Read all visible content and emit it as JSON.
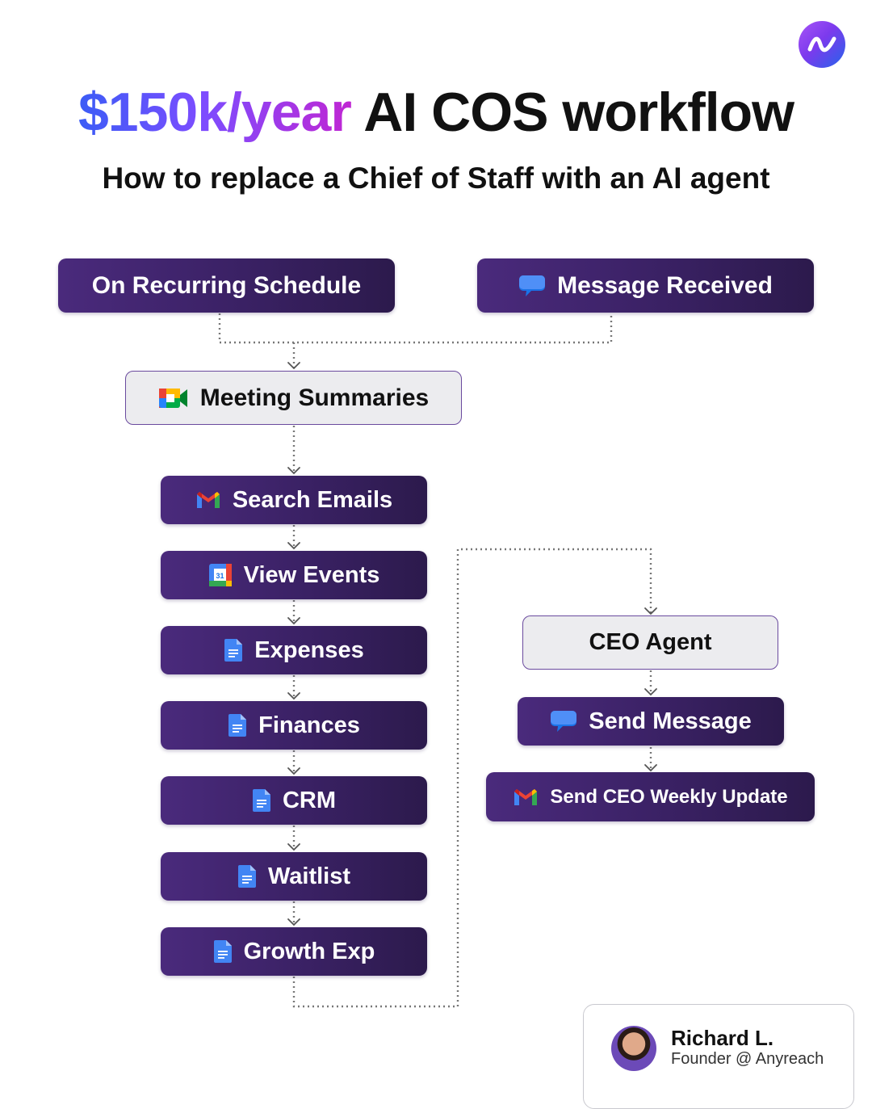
{
  "title": {
    "accent": "$150k/year",
    "rest": "AI COS workflow"
  },
  "subtitle": "How to replace a Chief of Staff with an AI agent",
  "nodes": {
    "recurring": "On Recurring Schedule",
    "message_received": "Message Received",
    "meeting_summaries": "Meeting Summaries",
    "search_emails": "Search Emails",
    "view_events": "View Events",
    "calendar_day": "31",
    "expenses": "Expenses",
    "finances": "Finances",
    "crm": "CRM",
    "waitlist": "Waitlist",
    "growth_exp": "Growth Exp",
    "ceo_agent": "CEO Agent",
    "send_message": "Send Message",
    "weekly_update": "Send CEO Weekly Update"
  },
  "author": {
    "name": "Richard L.",
    "role": "Founder @ Anyreach"
  },
  "colors": {
    "node_dark": "#3a2164",
    "node_light": "#ececef",
    "accent_blue": "#3b5cf6",
    "accent_purple": "#c026d3"
  },
  "icons": [
    "anyreach-logo-icon",
    "chat-bubble-icon",
    "google-meet-icon",
    "gmail-icon",
    "google-calendar-icon",
    "google-docs-icon"
  ]
}
